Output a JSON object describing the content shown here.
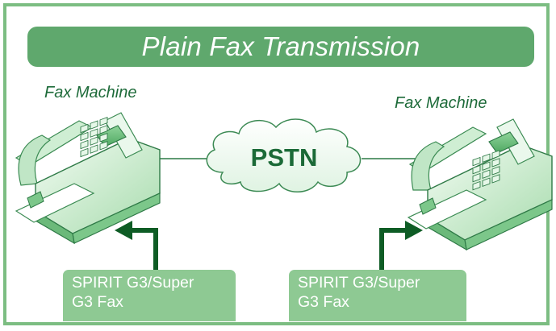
{
  "diagram": {
    "title": "Plain Fax Transmission",
    "left_device": {
      "label": "Fax Machine",
      "callout": [
        "SPIRIT G3/Super",
        "G3 Fax"
      ]
    },
    "right_device": {
      "label": "Fax Machine",
      "callout": [
        "SPIRIT G3/Super",
        "G3 Fax"
      ]
    },
    "network": {
      "label": "PSTN"
    }
  },
  "colors": {
    "frame_border": "#7cbd82",
    "title_fill": "#5fa86d",
    "callout_fill": "#8ec993",
    "label_text": "#1e6b3a",
    "arrow": "#0e5c25"
  }
}
